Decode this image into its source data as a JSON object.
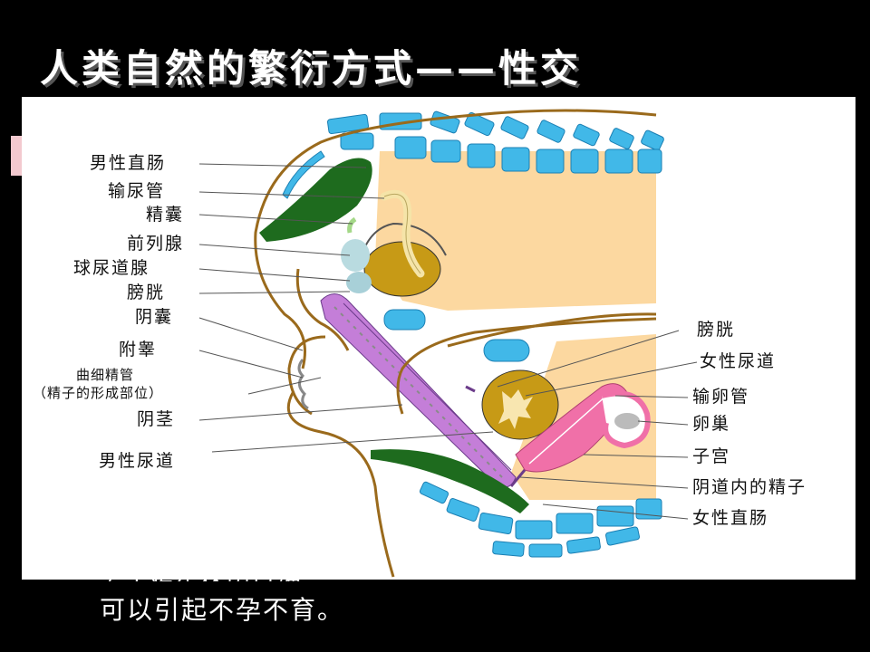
{
  "slide": {
    "title": "人类自然的繁衍方式——性交",
    "bottom_text_partial": "若干疾生体内已确",
    "bottom_text": "可以引起不孕不育。"
  },
  "diagram": {
    "male_labels": [
      "男性直肠",
      "输尿管",
      "精囊",
      "前列腺",
      "球尿道腺",
      "膀胱",
      "阴囊",
      "附睾",
      "曲细精管",
      "（精子的形成部位）",
      "阴茎",
      "男性尿道"
    ],
    "female_labels": [
      "膀胱",
      "女性尿道",
      "输卵管",
      "卵巢",
      "子宫",
      "阴道内的精子",
      "女性直肠"
    ],
    "colors": {
      "bone": "#41b8e8",
      "flesh": "#fcd8a0",
      "rectum": "#1e6b1e",
      "bladder": "#c79a16",
      "penis": "#c47ed8",
      "uterus": "#f070a8",
      "outline": "#9a6a1c"
    }
  }
}
